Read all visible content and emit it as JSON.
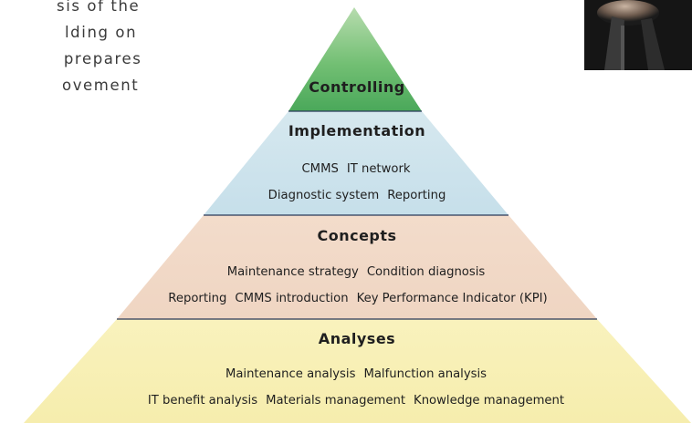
{
  "background_text": {
    "lines": [
      "sis of the",
      "lding on",
      " prepares",
      "ovement"
    ]
  },
  "photo": {
    "icon": "person-photo"
  },
  "pyramid": {
    "levels": [
      {
        "title": "Controlling",
        "color": "#5fb86a",
        "lines": []
      },
      {
        "title": "Implementation",
        "color": "#cfe4ec",
        "lines": [
          [
            "CMMS",
            "IT network"
          ],
          [
            "Diagnostic system",
            "Reporting"
          ]
        ]
      },
      {
        "title": "Concepts",
        "color": "#f1d8c6",
        "lines": [
          [
            "Maintenance strategy",
            "Condition diagnosis"
          ],
          [
            "Reporting",
            "CMMS introduction",
            "Key Performance Indicator (KPI)"
          ]
        ]
      },
      {
        "title": "Analyses",
        "color": "#f8f0b6",
        "lines": [
          [
            "Maintenance analysis",
            "Malfunction analysis"
          ],
          [
            "IT benefit analysis",
            "Materials management",
            "Knowledge management"
          ]
        ]
      }
    ]
  }
}
